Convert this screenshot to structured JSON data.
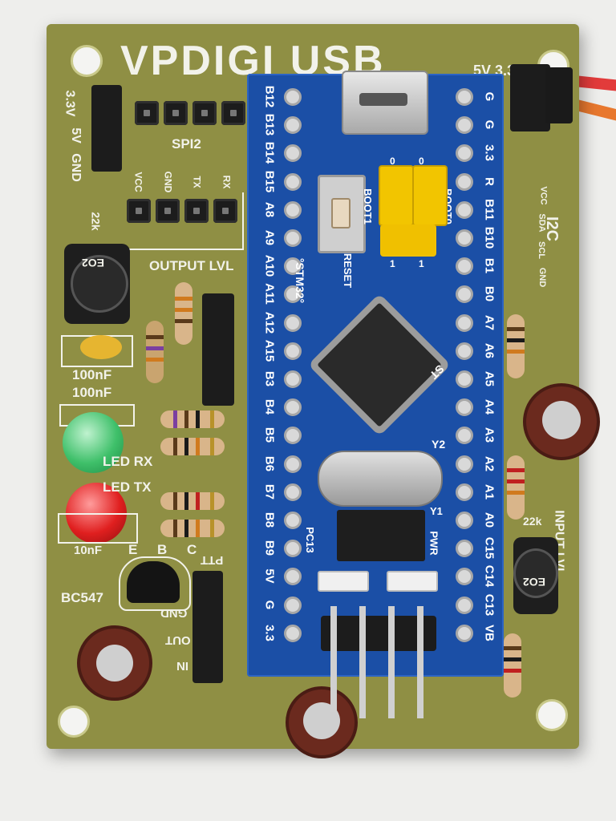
{
  "board": {
    "title": "VPDIGI USB",
    "power_select": "5V 3.3V"
  },
  "left_labels": {
    "v33": "3.3V",
    "v5": "5V",
    "gnd": "GND",
    "spi": "SPI2",
    "vcc": "VCC",
    "gnd2": "GND",
    "tx": "TX",
    "rx": "RX",
    "pot_value": "22k",
    "pot_code": "EO2",
    "output_lvl": "OUTPUT LVL",
    "cap1": "100nF",
    "cap2": "100nF",
    "led_rx": "LED RX",
    "led_tx": "LED TX",
    "cap3": "10nF",
    "transistor_pins": "E B C",
    "transistor": "BC547",
    "ptt": "PTT",
    "gnd3": "GND",
    "out": "OUT",
    "in": "IN"
  },
  "bluepill": {
    "left_pins": [
      "B12",
      "B13",
      "B14",
      "B15",
      "A8",
      "A9",
      "A10",
      "A11",
      "A12",
      "A15",
      "B3",
      "B4",
      "B5",
      "B6",
      "B7",
      "B8",
      "B9",
      "5V",
      "G",
      "3.3"
    ],
    "right_pins": [
      "G",
      "G",
      "3.3",
      "R",
      "B11",
      "B10",
      "B1",
      "B0",
      "A7",
      "A6",
      "A5",
      "A4",
      "A3",
      "A2",
      "A1",
      "A0",
      "C15",
      "C14",
      "C13",
      "VB"
    ],
    "boot1": "BOOT1",
    "boot0": "BOOT0",
    "reset": "RESET",
    "brand": "°STM32°",
    "crystal": "Y2",
    "y1": "Y1",
    "pc13": "PC13",
    "pwr": "PWR",
    "mcu_mark": "ST",
    "jumper_0": "0",
    "jumper_1": "1"
  },
  "right_labels": {
    "vcc": "VCC",
    "sda": "SDA",
    "scl": "SCL",
    "gnd": "GND",
    "i2c": "I2C",
    "input_lvl": "INPUT LVL",
    "pot_value": "22k",
    "pot_code": "EO2"
  },
  "colors": {
    "pcb": "#8f8f44",
    "bluepill": "#1b4fa6",
    "jumper": "#f2c500",
    "led_green": "#3fc06a",
    "led_red": "#e01f1f",
    "wire_red": "#e23b3b",
    "wire_orange": "#e8782e"
  }
}
